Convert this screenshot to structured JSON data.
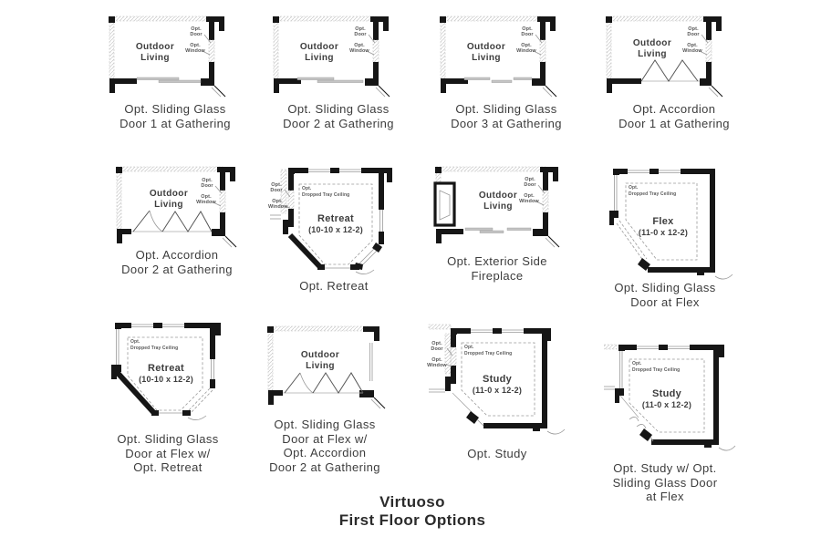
{
  "title": {
    "line1": "Virtuoso",
    "line2": "First Floor Options"
  },
  "annotations": {
    "opt_door": "Opt. Door",
    "opt_window": "Opt. Window",
    "opt": "Opt.",
    "dropped_tray": "Dropped Tray Ceiling"
  },
  "rooms": {
    "outdoor_living": {
      "line1": "Outdoor",
      "line2": "Living"
    },
    "retreat": {
      "name": "Retreat",
      "dims": "(10-10 x 12-2)"
    },
    "flex": {
      "name": "Flex",
      "dims": "(11-0 x 12-2)"
    },
    "study": {
      "name": "Study",
      "dims": "(11-0 x 12-2)"
    }
  },
  "plans": [
    {
      "caption_lines": [
        "Opt. Sliding Glass",
        "Door 1 at Gathering"
      ]
    },
    {
      "caption_lines": [
        "Opt. Sliding Glass",
        "Door 2 at Gathering"
      ]
    },
    {
      "caption_lines": [
        "Opt. Sliding Glass",
        "Door 3 at Gathering"
      ]
    },
    {
      "caption_lines": [
        "Opt. Accordion",
        "Door 1 at Gathering"
      ]
    },
    {
      "caption_lines": [
        "Opt. Accordion",
        "Door 2 at Gathering"
      ]
    },
    {
      "caption_lines": [
        "Opt. Retreat"
      ]
    },
    {
      "caption_lines": [
        "Opt. Exterior Side",
        "Fireplace"
      ]
    },
    {
      "caption_lines": [
        "Opt. Sliding Glass",
        "Door at Flex"
      ]
    },
    {
      "caption_lines": [
        "Opt. Sliding Glass",
        "Door at Flex w/",
        "Opt. Retreat"
      ]
    },
    {
      "caption_lines": [
        "Opt. Sliding Glass",
        "Door at Flex w/",
        "Opt. Accordion",
        "Door 2 at Gathering"
      ]
    },
    {
      "caption_lines": [
        "Opt. Study"
      ]
    },
    {
      "caption_lines": [
        "Opt. Study w/ Opt.",
        "Sliding Glass Door",
        "at Flex"
      ]
    }
  ]
}
